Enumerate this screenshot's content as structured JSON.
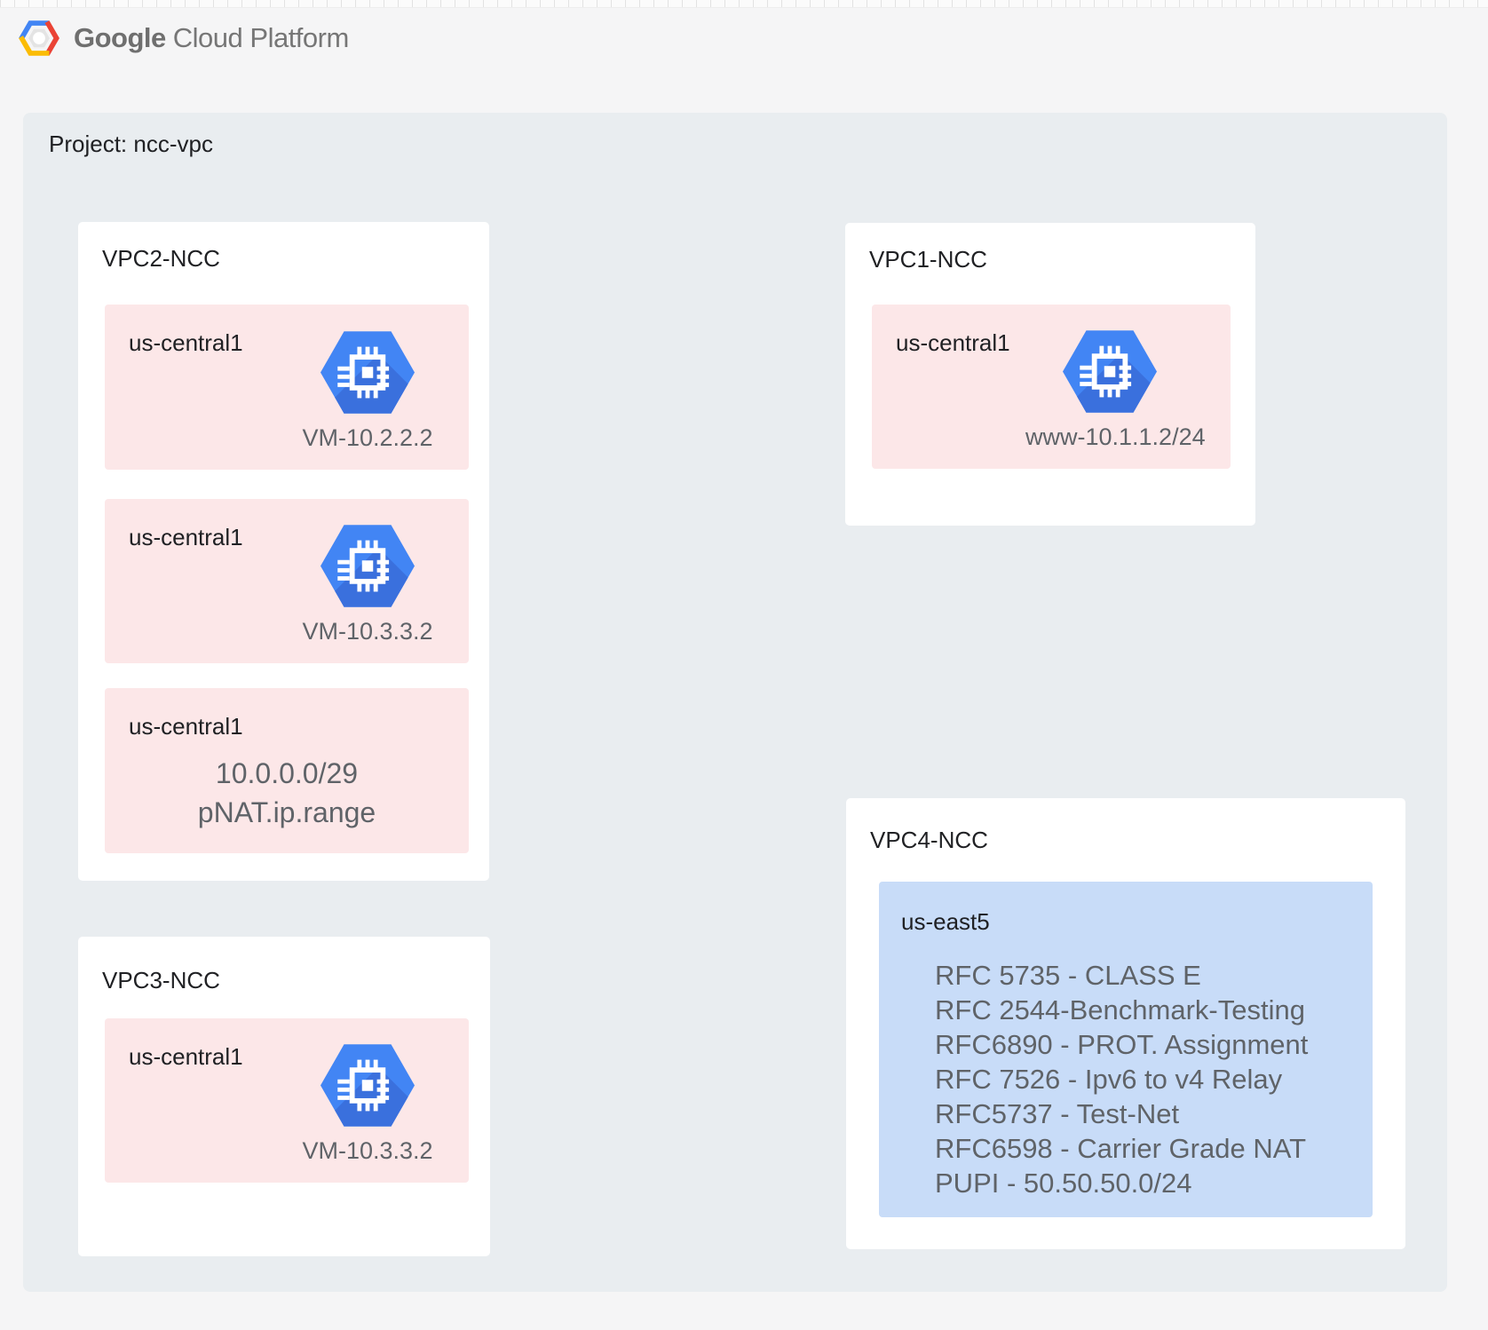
{
  "colors": {
    "page_bg": "#f5f5f6",
    "project_bg": "#e9edf0",
    "card_bg": "#ffffff",
    "subnet_pink": "#fce7e8",
    "subnet_blue": "#c8dcf8",
    "compute_icon_blue": "#4285f4",
    "compute_icon_shadow": "#3a70dd",
    "logo_blue": "#4285f4",
    "logo_red": "#ea4335",
    "logo_yellow": "#fbbc05",
    "text_dark": "#202124",
    "text_gray": "#5f6368",
    "logo_text_gray": "#757575"
  },
  "header": {
    "logo": {
      "icon": "gcp-hexagon-logo-icon",
      "google": "Google",
      "rest": "Cloud Platform"
    }
  },
  "project": {
    "label": "Project: ncc-vpc"
  },
  "vpcs": [
    {
      "title": "VPC2-NCC",
      "subnets": [
        {
          "region": "us-central1",
          "icon": "compute-engine-icon",
          "label": "VM-10.2.2.2"
        },
        {
          "region": "us-central1",
          "icon": "compute-engine-icon",
          "label": "VM-10.3.3.2"
        },
        {
          "region": "us-central1",
          "lines": [
            "10.0.0.0/29",
            "pNAT.ip.range"
          ]
        }
      ]
    },
    {
      "title": "VPC1-NCC",
      "subnets": [
        {
          "region": "us-central1",
          "icon": "compute-engine-icon",
          "label": "www-10.1.1.2/24"
        }
      ]
    },
    {
      "title": "VPC3-NCC",
      "subnets": [
        {
          "region": "us-central1",
          "icon": "compute-engine-icon",
          "label": "VM-10.3.3.2"
        }
      ]
    },
    {
      "title": "VPC4-NCC",
      "subnets": [
        {
          "region": "us-east5",
          "rfc_lines": [
            "RFC 5735 - CLASS E",
            "RFC 2544-Benchmark-Testing",
            "RFC6890 - PROT. Assignment",
            "RFC 7526 - Ipv6 to v4 Relay",
            "RFC5737 - Test-Net",
            "RFC6598 - Carrier Grade NAT",
            "PUPI - 50.50.50.0/24"
          ]
        }
      ]
    }
  ]
}
